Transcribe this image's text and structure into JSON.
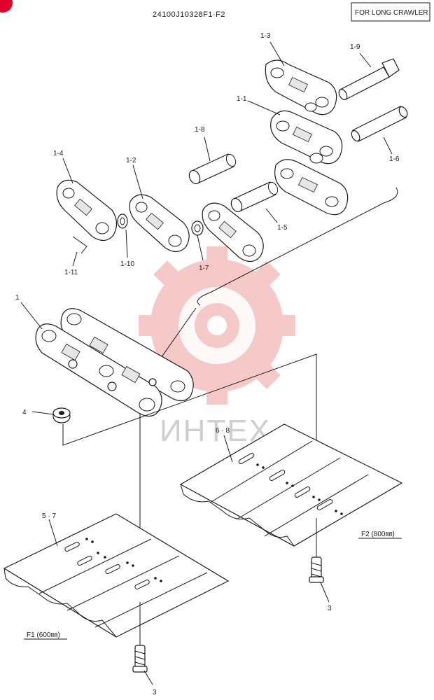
{
  "header": {
    "drawing_number": "24100J10328F1·F2",
    "note": "FOR LONG CRAWLER"
  },
  "watermark": {
    "text": "ИНТЕХ",
    "color": "#f4b8b8"
  },
  "callouts": {
    "p1": "1",
    "p1_1": "1-1",
    "p1_2": "1-2",
    "p1_3": "1-3",
    "p1_4": "1-4",
    "p1_5": "1-5",
    "p1_6": "1-6",
    "p1_7": "1-7",
    "p1_8": "1-8",
    "p1_9": "1-9",
    "p1_10": "1-10",
    "p1_11": "1-11",
    "p3a": "3",
    "p3b": "3",
    "p4": "4",
    "p57": "5 · 7",
    "p68": "6 · 8"
  },
  "variants": {
    "f1": "F1 (600㎜)",
    "f2": "F2 (800㎜)"
  },
  "colors": {
    "line": "#1a1a1a",
    "corner_badge": "#e0002a"
  }
}
